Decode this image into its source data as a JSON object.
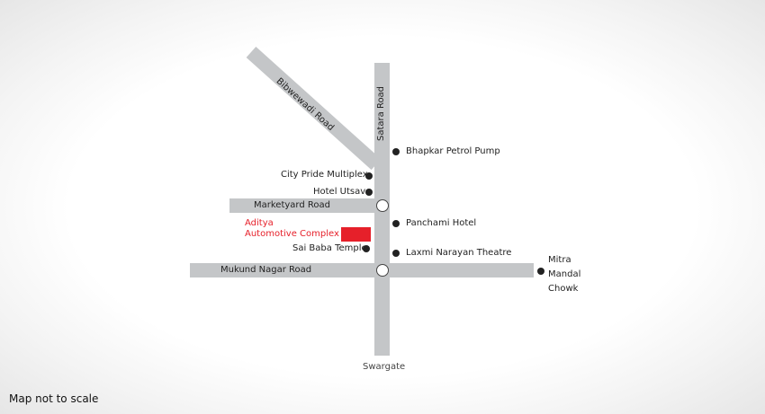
{
  "map": {
    "roads": {
      "bibwewadi": "Bibwewadi Road",
      "satara": "Satara Road",
      "marketyard": "Marketyard Road",
      "mukund_nagar": "Mukund Nagar Road"
    },
    "places": {
      "bhapkar": "Bhapkar Petrol Pump",
      "city_pride": "City Pride Multiplex",
      "hotel_utsav": "Hotel Utsav",
      "panchami": "Panchami Hotel",
      "sai_baba": "Sai Baba Temple",
      "laxmi_narayan": "Laxmi Narayan Theatre",
      "mitra_line1": "Mitra",
      "mitra_line2": "Mandal",
      "mitra_line3": "Chowk",
      "swargate": "Swargate"
    },
    "destination": {
      "line1": "Aditya",
      "line2": "Automotive Complex",
      "color": "#e6202a"
    },
    "note": "Map not to scale"
  }
}
